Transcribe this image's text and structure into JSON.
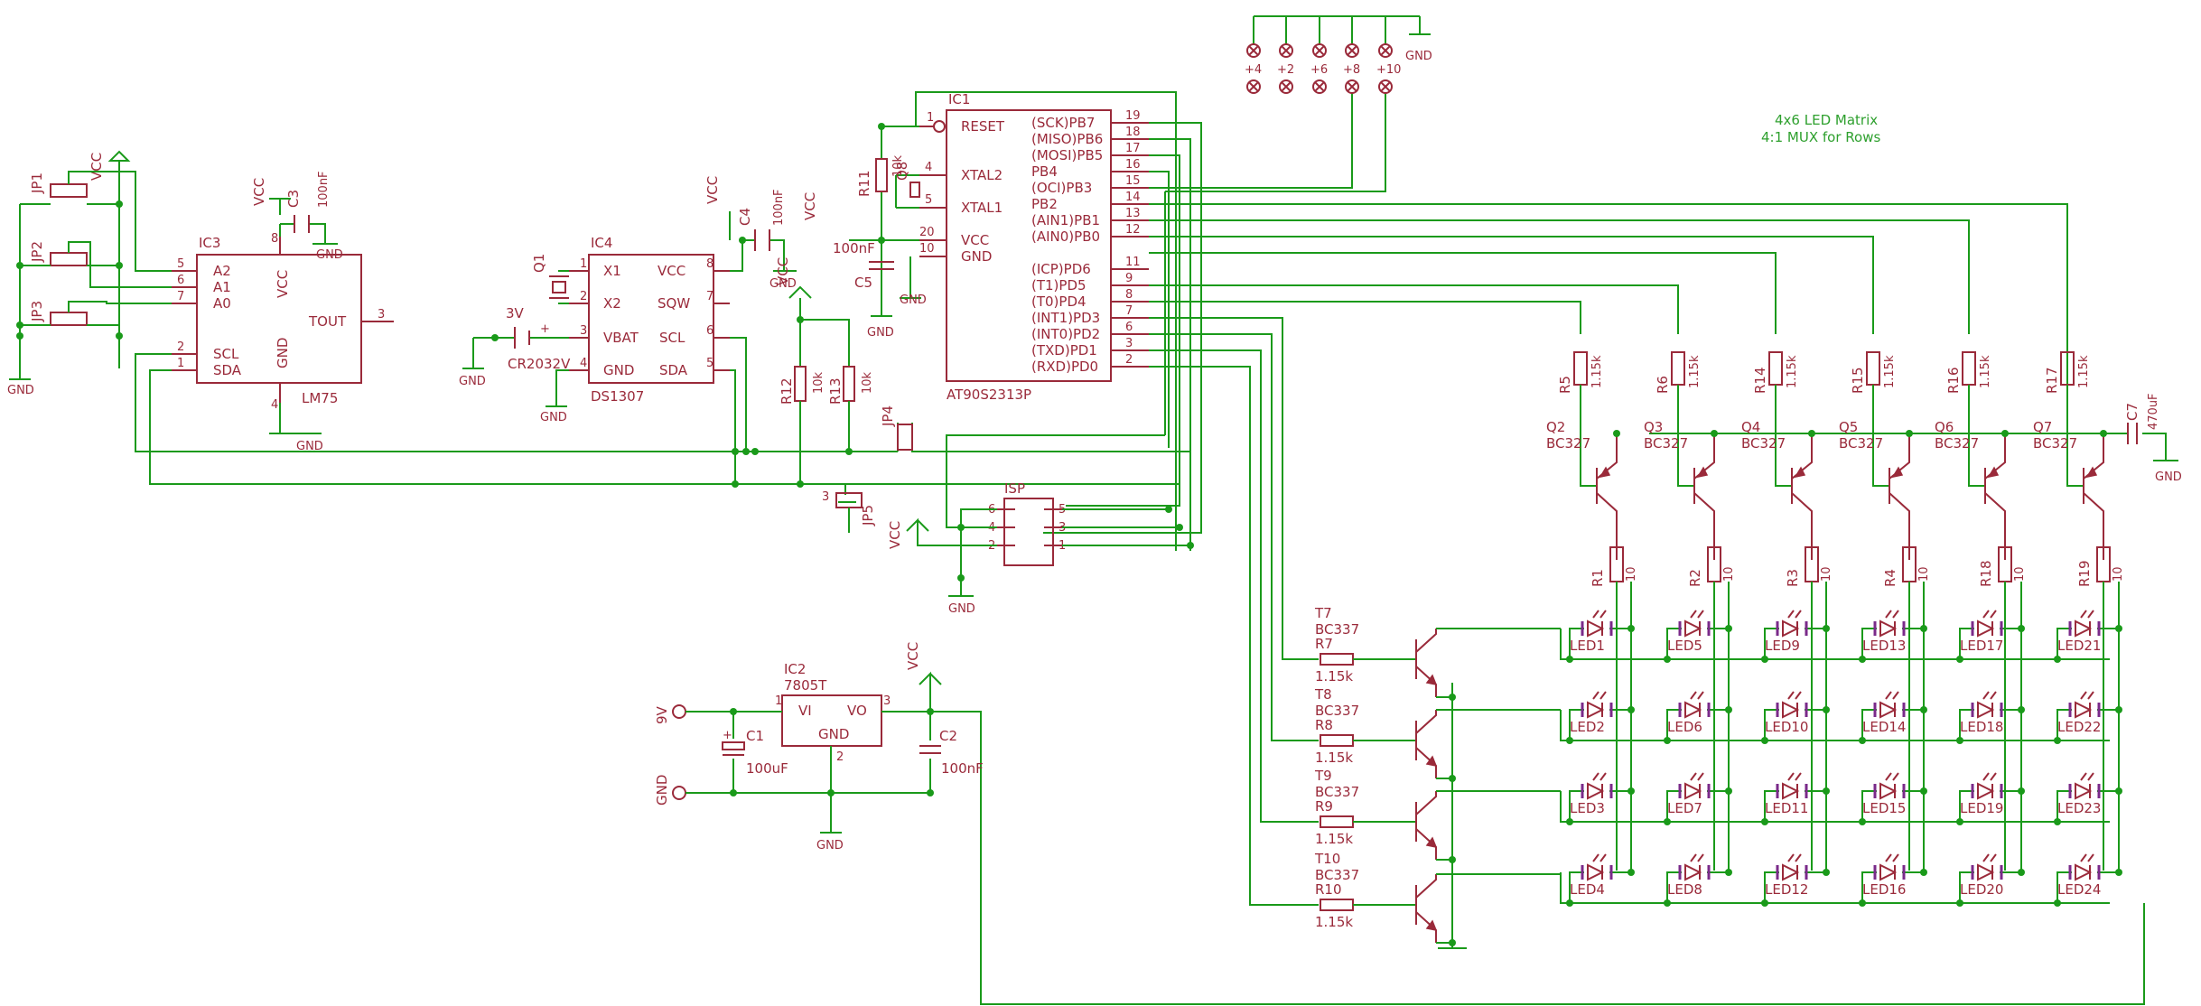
{
  "note": {
    "line1": "4x6 LED Matrix",
    "line2": "4:1 MUX for Rows"
  },
  "supply": {
    "vcc": "VCC",
    "gnd": "GND",
    "v3": "3V",
    "v9": "9V"
  },
  "ic1": {
    "name": "IC1",
    "part": "AT90S2313P",
    "left": [
      {
        "num": "1",
        "label": "RESET"
      },
      {
        "num": "4",
        "label": "XTAL2"
      },
      {
        "num": "5",
        "label": "XTAL1"
      },
      {
        "num": "20",
        "label": "VCC"
      },
      {
        "num": "10",
        "label": "GND"
      }
    ],
    "right": [
      {
        "num": "19",
        "label": "(SCK)PB7"
      },
      {
        "num": "18",
        "label": "(MISO)PB6"
      },
      {
        "num": "17",
        "label": "(MOSI)PB5"
      },
      {
        "num": "16",
        "label": "PB4"
      },
      {
        "num": "15",
        "label": "(OCI)PB3"
      },
      {
        "num": "14",
        "label": "PB2"
      },
      {
        "num": "13",
        "label": "(AIN1)PB1"
      },
      {
        "num": "12",
        "label": "(AIN0)PB0"
      },
      {
        "num": "11",
        "label": "(ICP)PD6"
      },
      {
        "num": "9",
        "label": "(T1)PD5"
      },
      {
        "num": "8",
        "label": "(T0)PD4"
      },
      {
        "num": "7",
        "label": "(INT1)PD3"
      },
      {
        "num": "6",
        "label": "(INT0)PD2"
      },
      {
        "num": "3",
        "label": "(TXD)PD1"
      },
      {
        "num": "2",
        "label": "(RXD)PD0"
      }
    ]
  },
  "ic3": {
    "name": "IC3",
    "part": "LM75",
    "pins": [
      {
        "num": "5",
        "label": "A2"
      },
      {
        "num": "6",
        "label": "A1"
      },
      {
        "num": "7",
        "label": "A0"
      },
      {
        "num": "2",
        "label": "SCL"
      },
      {
        "num": "1",
        "label": "SDA"
      },
      {
        "num": "8",
        "label": "VCC"
      },
      {
        "num": "4",
        "label": "GND"
      },
      {
        "num": "3",
        "label": "TOUT"
      }
    ]
  },
  "ic4": {
    "name": "IC4",
    "part": "DS1307",
    "pins": [
      {
        "num": "1",
        "label": "X1"
      },
      {
        "num": "2",
        "label": "X2"
      },
      {
        "num": "3",
        "label": "VBAT"
      },
      {
        "num": "4",
        "label": "GND"
      },
      {
        "num": "8",
        "label": "VCC"
      },
      {
        "num": "7",
        "label": "SQW"
      },
      {
        "num": "6",
        "label": "SCL"
      },
      {
        "num": "5",
        "label": "SDA"
      }
    ]
  },
  "ic2": {
    "name": "IC2",
    "part": "7805T",
    "pins": [
      {
        "num": "1",
        "label": "VI"
      },
      {
        "num": "3",
        "label": "VO"
      },
      {
        "num": "2",
        "label": "GND"
      }
    ]
  },
  "parts": {
    "q1": "Q1",
    "q8": "Q8",
    "cap_c3": "C3",
    "cap_c4": "C4",
    "c3v": "100nF",
    "c4v": "100nF",
    "c5": "C5",
    "c5v": "100nF",
    "r11": "R11",
    "r11v": "10k",
    "r12": "R12",
    "r12v": "10k",
    "r13": "R13",
    "r13v": "10k",
    "jp1": "JP1",
    "jp2": "JP2",
    "jp3": "JP3",
    "jp4": "JP4",
    "jp5": "JP5",
    "bat": "CR2032V",
    "isp": "ISP",
    "c1": "C1",
    "c1v": "100uF",
    "c2": "C2",
    "c2v": "100nF",
    "c7": "C7",
    "c7v": "470uF"
  },
  "isp_pins": [
    "6",
    "5",
    "4",
    "3",
    "2",
    "1"
  ],
  "pin_nums": {
    "p1": "1",
    "p2": "2",
    "p3": "3"
  },
  "header_labels": [
    "+4",
    "+2",
    "+6",
    "+8",
    "+10"
  ],
  "pnp": [
    {
      "r": "R5",
      "rv": "1.15k",
      "q": "Q2",
      "qp": "BC327",
      "rl": "R1",
      "rlv": "10"
    },
    {
      "r": "R6",
      "rv": "1.15k",
      "q": "Q3",
      "qp": "BC327",
      "rl": "R2",
      "rlv": "10"
    },
    {
      "r": "R14",
      "rv": "1.15k",
      "q": "Q4",
      "qp": "BC327",
      "rl": "R3",
      "rlv": "10"
    },
    {
      "r": "R15",
      "rv": "1.15k",
      "q": "Q5",
      "qp": "BC327",
      "rl": "R4",
      "rlv": "10"
    },
    {
      "r": "R16",
      "rv": "1.15k",
      "q": "Q6",
      "qp": "BC327",
      "rl": "R18",
      "rlv": "10"
    },
    {
      "r": "R17",
      "rv": "1.15k",
      "q": "Q7",
      "qp": "BC327",
      "rl": "R19",
      "rlv": "10"
    }
  ],
  "npn": [
    {
      "t": "T7",
      "tp": "BC337",
      "r": "R7",
      "rv": "1.15k"
    },
    {
      "t": "T8",
      "tp": "BC337",
      "r": "R8",
      "rv": "1.15k"
    },
    {
      "t": "T9",
      "tp": "BC337",
      "r": "R9",
      "rv": "1.15k"
    },
    {
      "t": "T10",
      "tp": "BC337",
      "r": "R10",
      "rv": "1.15k"
    }
  ],
  "leds": [
    [
      "LED1",
      "LED5",
      "LED9",
      "LED13",
      "LED17",
      "LED21"
    ],
    [
      "LED2",
      "LED6",
      "LED10",
      "LED14",
      "LED18",
      "LED22"
    ],
    [
      "LED3",
      "LED7",
      "LED11",
      "LED15",
      "LED19",
      "LED23"
    ],
    [
      "LED4",
      "LED8",
      "LED12",
      "LED16",
      "LED20",
      "LED24"
    ]
  ]
}
